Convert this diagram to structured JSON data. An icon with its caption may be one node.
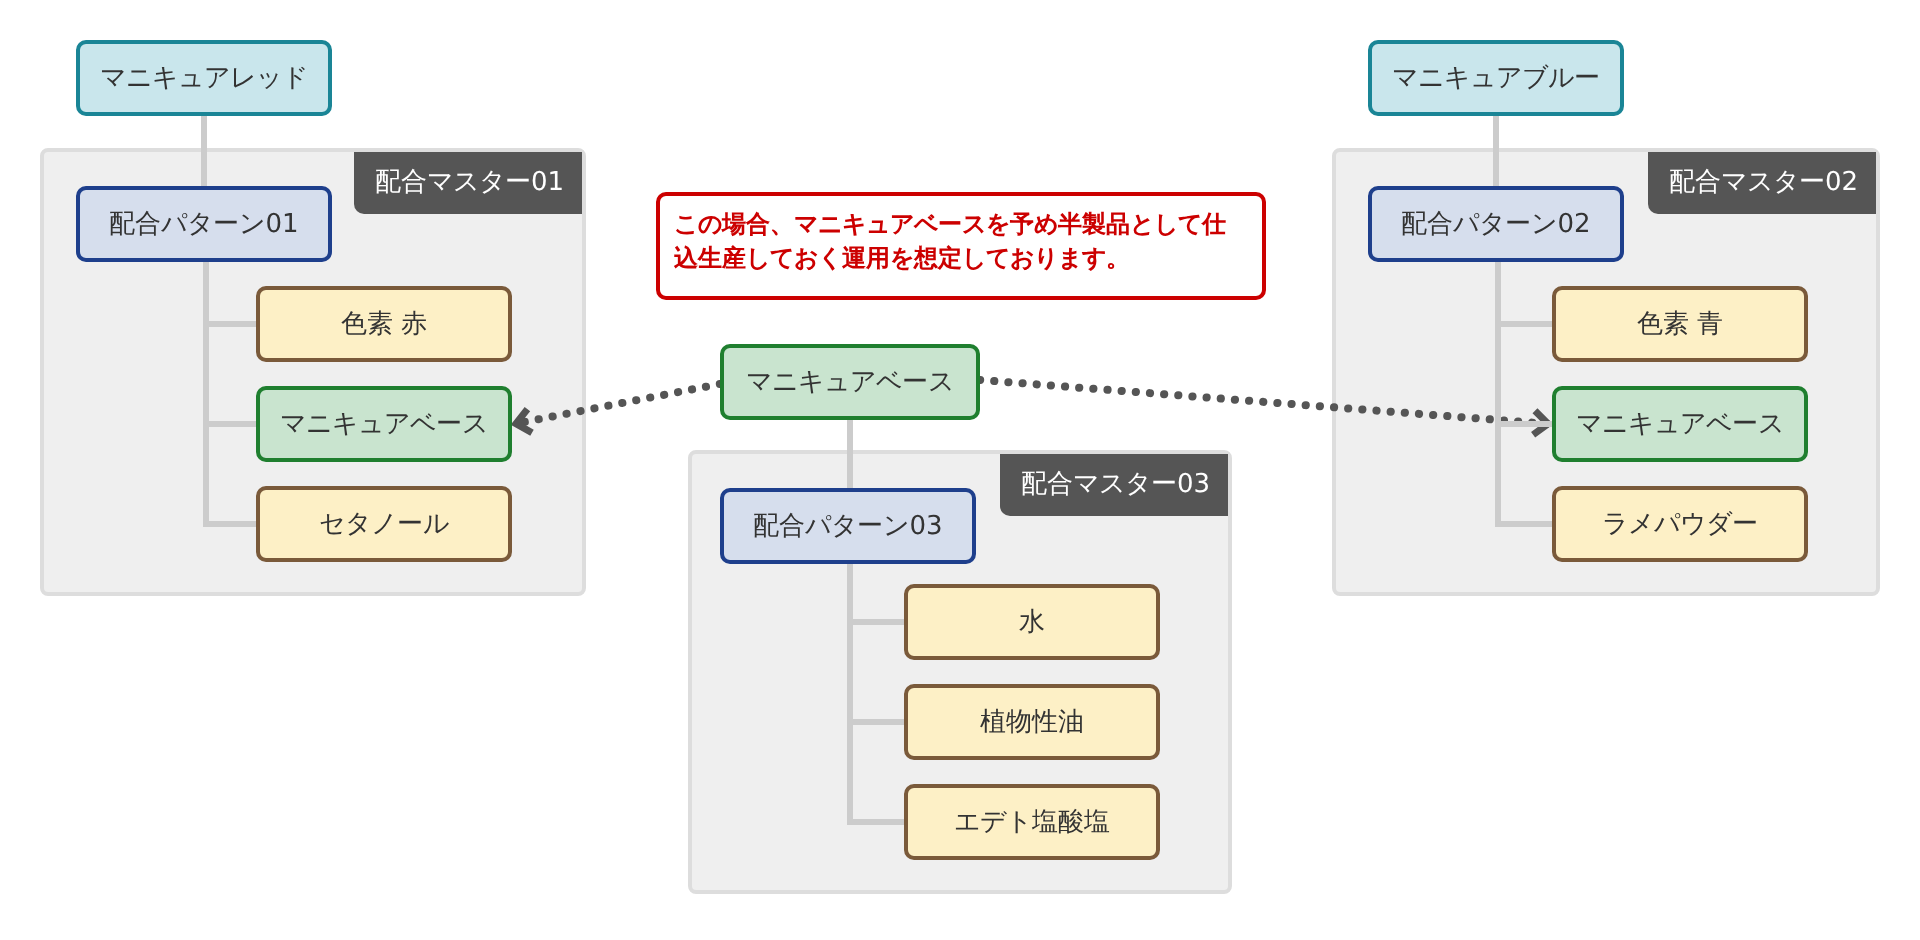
{
  "diagram": {
    "nodes": [
      {
        "text": [
          "マニキュアレッド"
        ]
      },
      {
        "text": [
          "配合マスター01"
        ]
      },
      {
        "text": [
          "配合パターン01"
        ],
        "in": 1
      },
      {
        "text": [
          "色素 赤"
        ],
        "in": 1
      },
      {
        "text": [
          "マニキュアベース"
        ],
        "in": 1
      },
      {
        "text": [
          "セタノール"
        ],
        "in": 1
      },
      {
        "text": [
          "この場合、マニキュアベースを予め半製品として仕込生産しておく運用を想定しております。"
        ]
      },
      {
        "text": [
          "マニキュアベース"
        ]
      },
      {
        "text": [
          "配合マスター03"
        ]
      },
      {
        "text": [
          "配合パターン03"
        ],
        "in": 8
      },
      {
        "text": [
          "水"
        ],
        "in": 8
      },
      {
        "text": [
          "植物性油"
        ],
        "in": 8
      },
      {
        "text": [
          "エデト塩酸塩"
        ],
        "in": 8
      },
      {
        "text": [
          "マニキュアブルー"
        ]
      },
      {
        "text": [
          "配合マスター02"
        ]
      },
      {
        "text": [
          "配合パターン02"
        ],
        "in": 14
      },
      {
        "text": [
          "色素 青"
        ],
        "in": 14
      },
      {
        "text": [
          "マニキュアベース"
        ],
        "in": 14
      },
      {
        "text": [
          "ラメパウダー"
        ],
        "in": 14
      }
    ],
    "edges": [
      {
        "from": 0,
        "to": 2,
        "arrow": "none"
      },
      {
        "from": 2,
        "to": 3,
        "arrow": "none"
      },
      {
        "from": 2,
        "to": 4,
        "arrow": "none"
      },
      {
        "from": 2,
        "to": 5,
        "arrow": "none"
      },
      {
        "from": 7,
        "to": 4,
        "arrow": "to",
        "style": "dashed",
        "color": "#555555"
      },
      {
        "from": 7,
        "to": 17,
        "arrow": "to",
        "style": "dashed",
        "color": "#555555"
      },
      {
        "from": 7,
        "to": 9,
        "arrow": "none"
      },
      {
        "from": 9,
        "to": 10,
        "arrow": "none"
      },
      {
        "from": 9,
        "to": 11,
        "arrow": "none"
      },
      {
        "from": 9,
        "to": 12,
        "arrow": "none"
      },
      {
        "from": 13,
        "to": 15,
        "arrow": "none"
      },
      {
        "from": 15,
        "to": 16,
        "arrow": "none"
      },
      {
        "from": 15,
        "to": 17,
        "arrow": "none"
      },
      {
        "from": 15,
        "to": 18,
        "arrow": "none"
      }
    ]
  }
}
